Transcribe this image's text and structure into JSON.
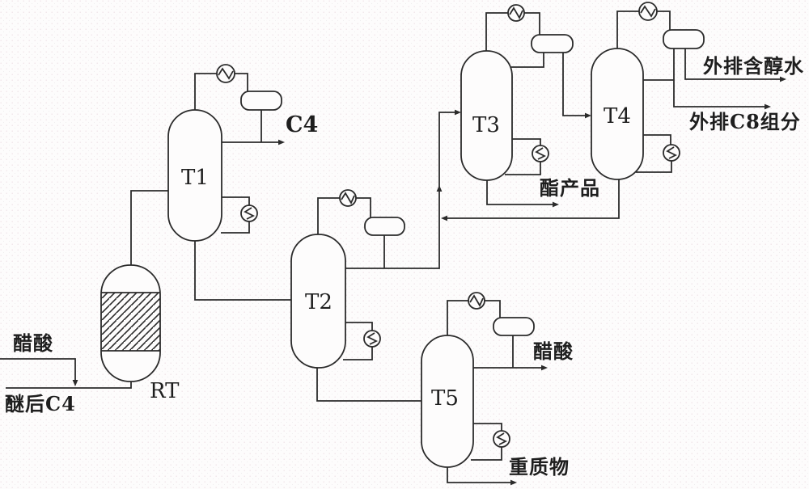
{
  "diagram": {
    "type": "process-flow-diagram",
    "background": "#fdfcfc",
    "line_color": "#2b2b2b",
    "equipment": {
      "rt": {
        "label": "RT",
        "kind": "fixed-bed reactor"
      },
      "t1": {
        "label": "T1",
        "kind": "distillation column"
      },
      "t2": {
        "label": "T2",
        "kind": "distillation column"
      },
      "t3": {
        "label": "T3",
        "kind": "distillation column"
      },
      "t4": {
        "label": "T4",
        "kind": "distillation column"
      },
      "t5": {
        "label": "T5",
        "kind": "distillation column"
      }
    },
    "streams": {
      "acetic_acid_feed": "醋酸",
      "ether_c4_feed": "醚后C4",
      "c4_product": "C4",
      "ester_product": "酯产品",
      "alcohol_water_out": "外排含醇水",
      "c8_fraction_out": "外排C8组分",
      "acetic_acid_recovered": "醋酸",
      "heavy_ends": "重质物"
    }
  }
}
